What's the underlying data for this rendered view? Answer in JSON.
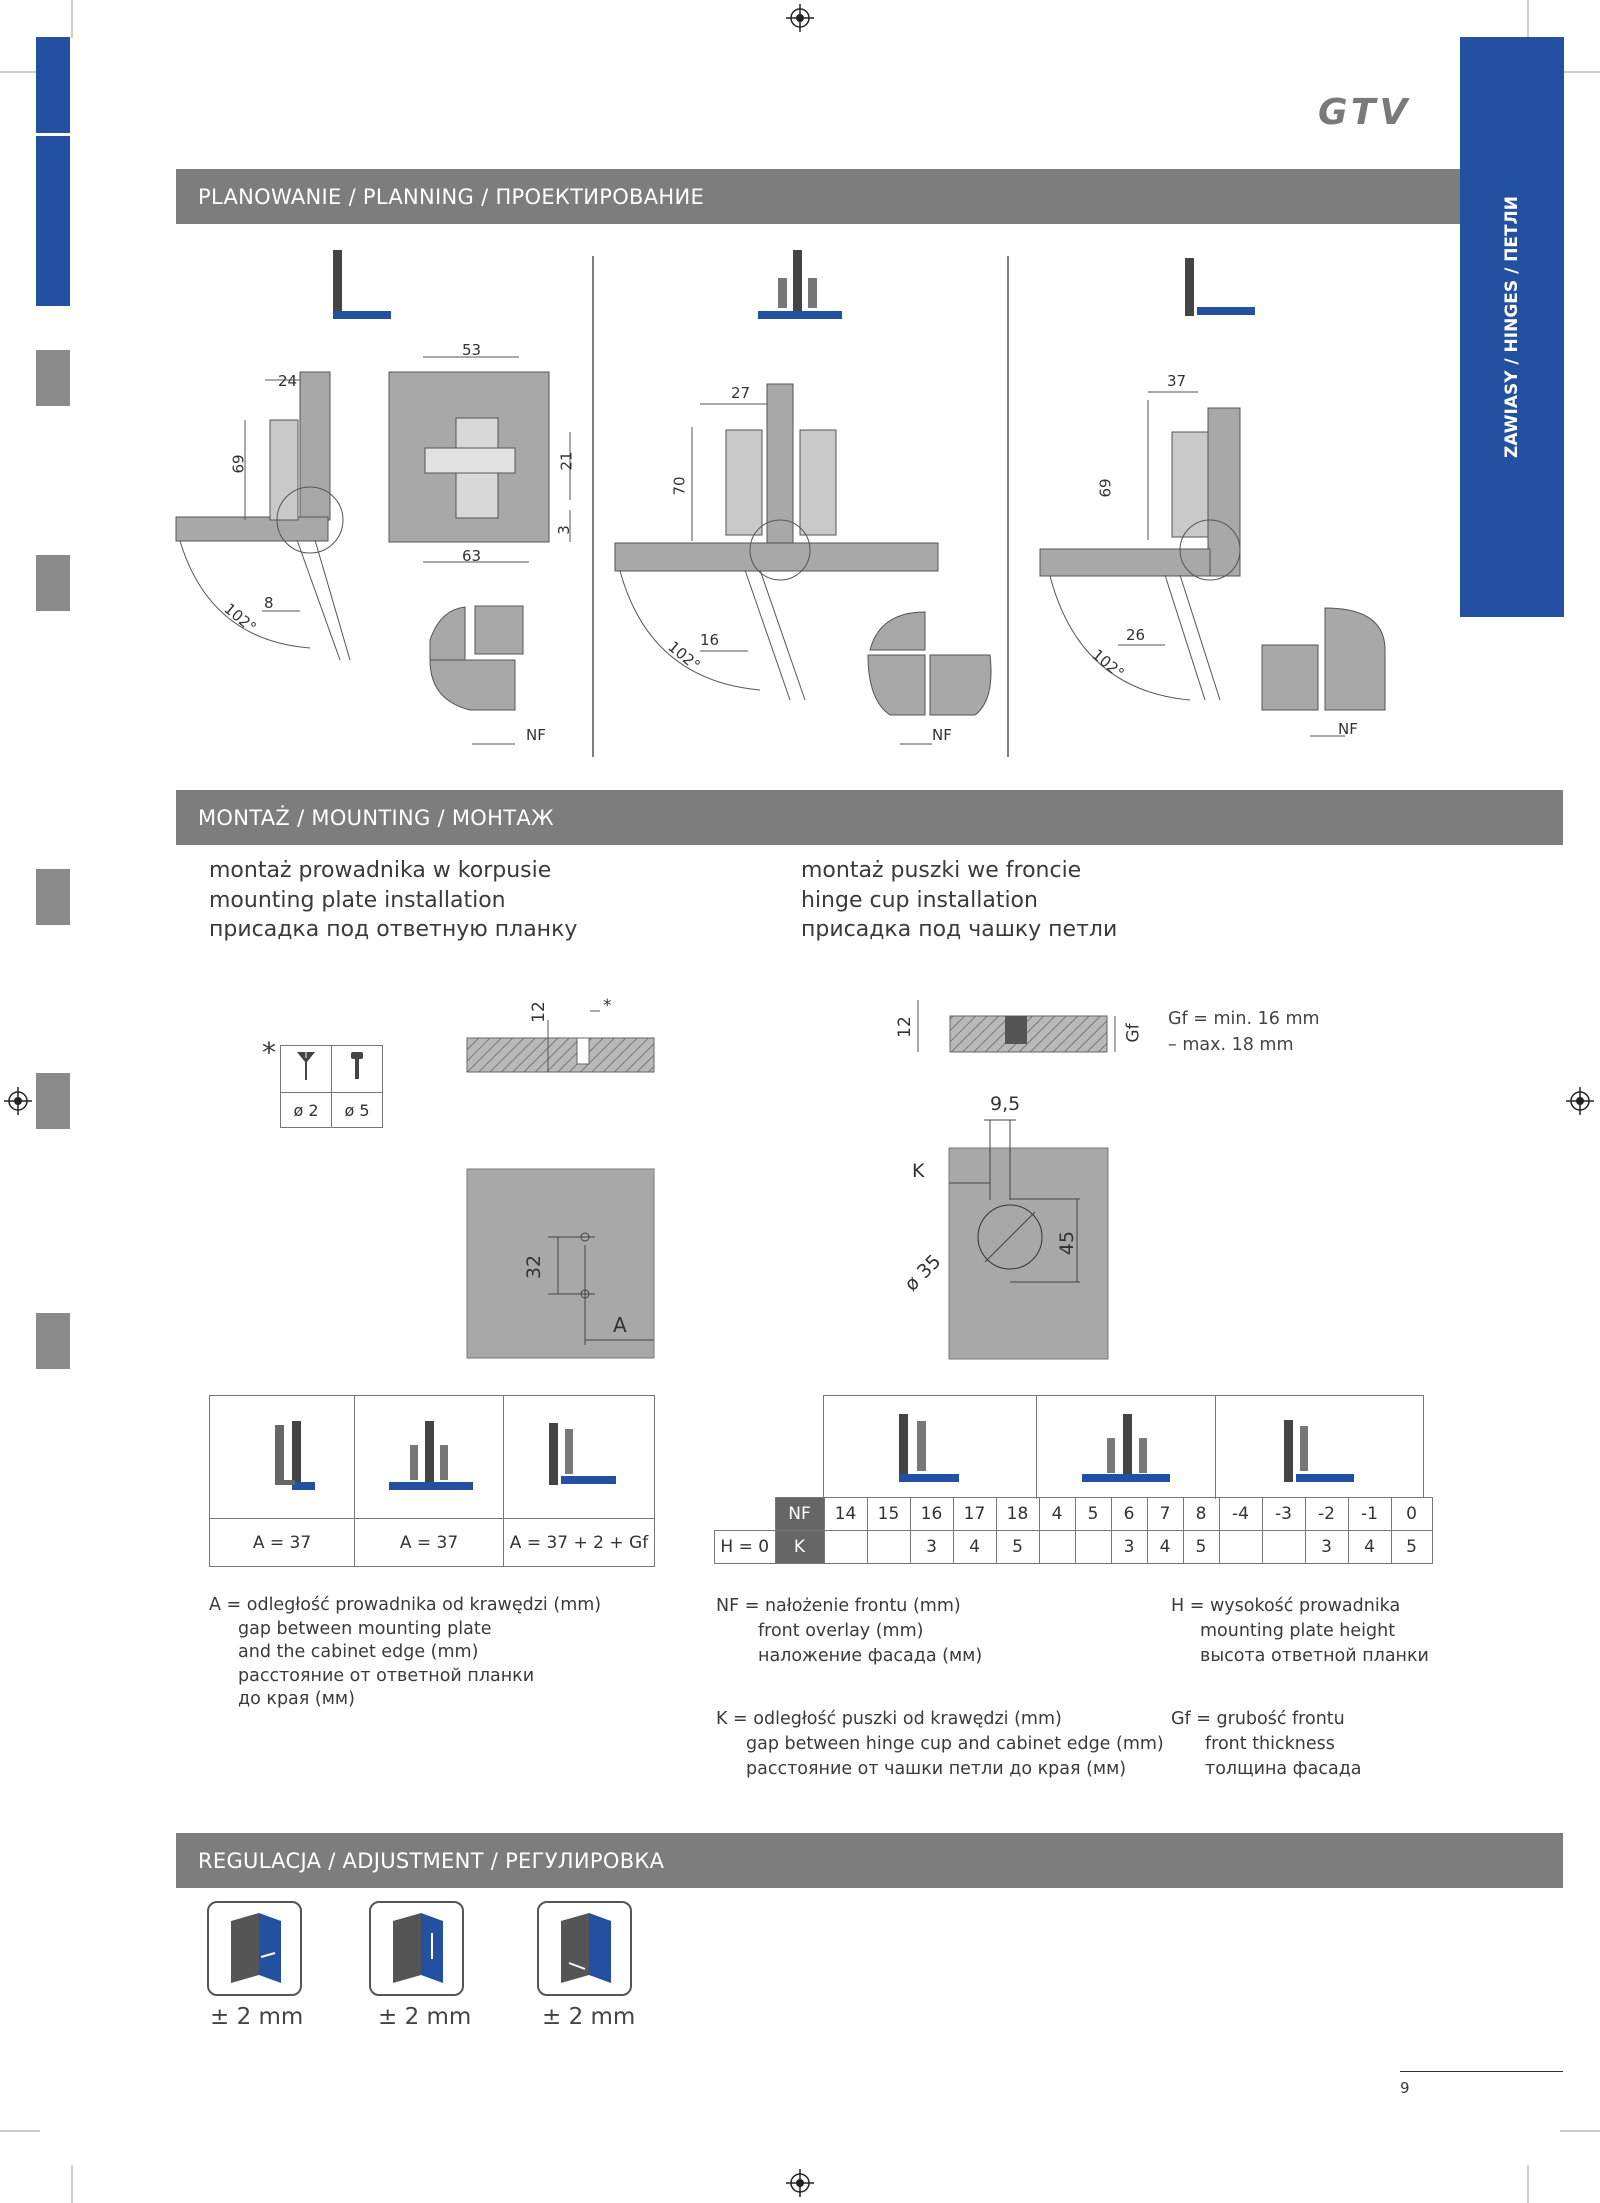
{
  "brand": {
    "logo": "GTV",
    "accent": "#2350a0",
    "bar_color": "#7d7d7d"
  },
  "side_tab": {
    "label": "ZAWIASY / HINGES / ПЕТЛИ"
  },
  "sections": {
    "planning": "PLANOWANIE / PLANNING / ПРОЕКТИРОВАНИЕ",
    "mounting": "MONTAŻ / MOUNTING / МОНТАЖ",
    "adjustment": "REGULACJA / ADJUSTMENT / РЕГУЛИРОВКА"
  },
  "planning": {
    "d1": {
      "w24": "24",
      "h69": "69",
      "a8": "8",
      "angle": "102°"
    },
    "d2": {
      "w53": "53",
      "h21": "21",
      "h3": "3",
      "w63": "63",
      "nf": "NF"
    },
    "d3": {
      "w27": "27",
      "h70": "70",
      "a16": "16",
      "angle": "102°",
      "nf": "NF"
    },
    "d4": {
      "w37": "37",
      "h69": "69",
      "a26": "26",
      "angle": "102°",
      "nf": "NF"
    }
  },
  "mounting": {
    "left_title": [
      "montaż prowadnika w korpusie",
      "mounting plate installation",
      "присадка под ответную планку"
    ],
    "right_title": [
      "montaż puszki we froncie",
      "hinge cup installation",
      "присадка под чашку петли"
    ],
    "screws": {
      "star": "*",
      "d2": "ø 2",
      "d5": "ø 5"
    },
    "drill": {
      "depth": "12",
      "star": "*",
      "spacing": "32",
      "a": "A"
    },
    "cup": {
      "depth": "12",
      "gf": "Gf",
      "gf_text1": "Gf = min. 16 mm",
      "gf_text2": "– max. 18 mm",
      "d95": "9,5",
      "k": "K",
      "d35": "ø 35",
      "d45": "45"
    },
    "a_values": [
      "A = 37",
      "A = 37",
      "A = 37 + 2 + Gf"
    ],
    "nf_table": {
      "nf_label": "NF",
      "h_label": "H = 0",
      "k_label": "K",
      "nf_values": [
        "14",
        "15",
        "16",
        "17",
        "18",
        "4",
        "5",
        "6",
        "7",
        "8",
        "-4",
        "-3",
        "-2",
        "-1",
        "0"
      ],
      "k_values": [
        "",
        "",
        "3",
        "4",
        "5",
        "",
        "",
        "3",
        "4",
        "5",
        "",
        "",
        "3",
        "4",
        "5"
      ]
    },
    "legend": {
      "a": [
        "A = odległość prowadnika od krawędzi (mm)",
        "gap between mounting plate",
        "and the cabinet edge (mm)",
        "расстояние от ответной планки",
        "до края (мм)"
      ],
      "nf": [
        "NF = nałożenie frontu (mm)",
        "front overlay (mm)",
        "наложение фасада (мм)"
      ],
      "k": [
        "K = odległość puszki od krawędzi (mm)",
        "gap between hinge cup and cabinet edge (mm)",
        "расстояние от  чашки петли до края (мм)"
      ],
      "h": [
        "H = wysokość prowadnika",
        "mounting plate height",
        "высота ответной планки"
      ],
      "gf": [
        "Gf = grubość frontu",
        "front thickness",
        "толщина фасада"
      ]
    }
  },
  "adjustment": {
    "values": [
      "± 2 mm",
      "± 2 mm",
      "± 2 mm"
    ]
  },
  "page_number": "9"
}
